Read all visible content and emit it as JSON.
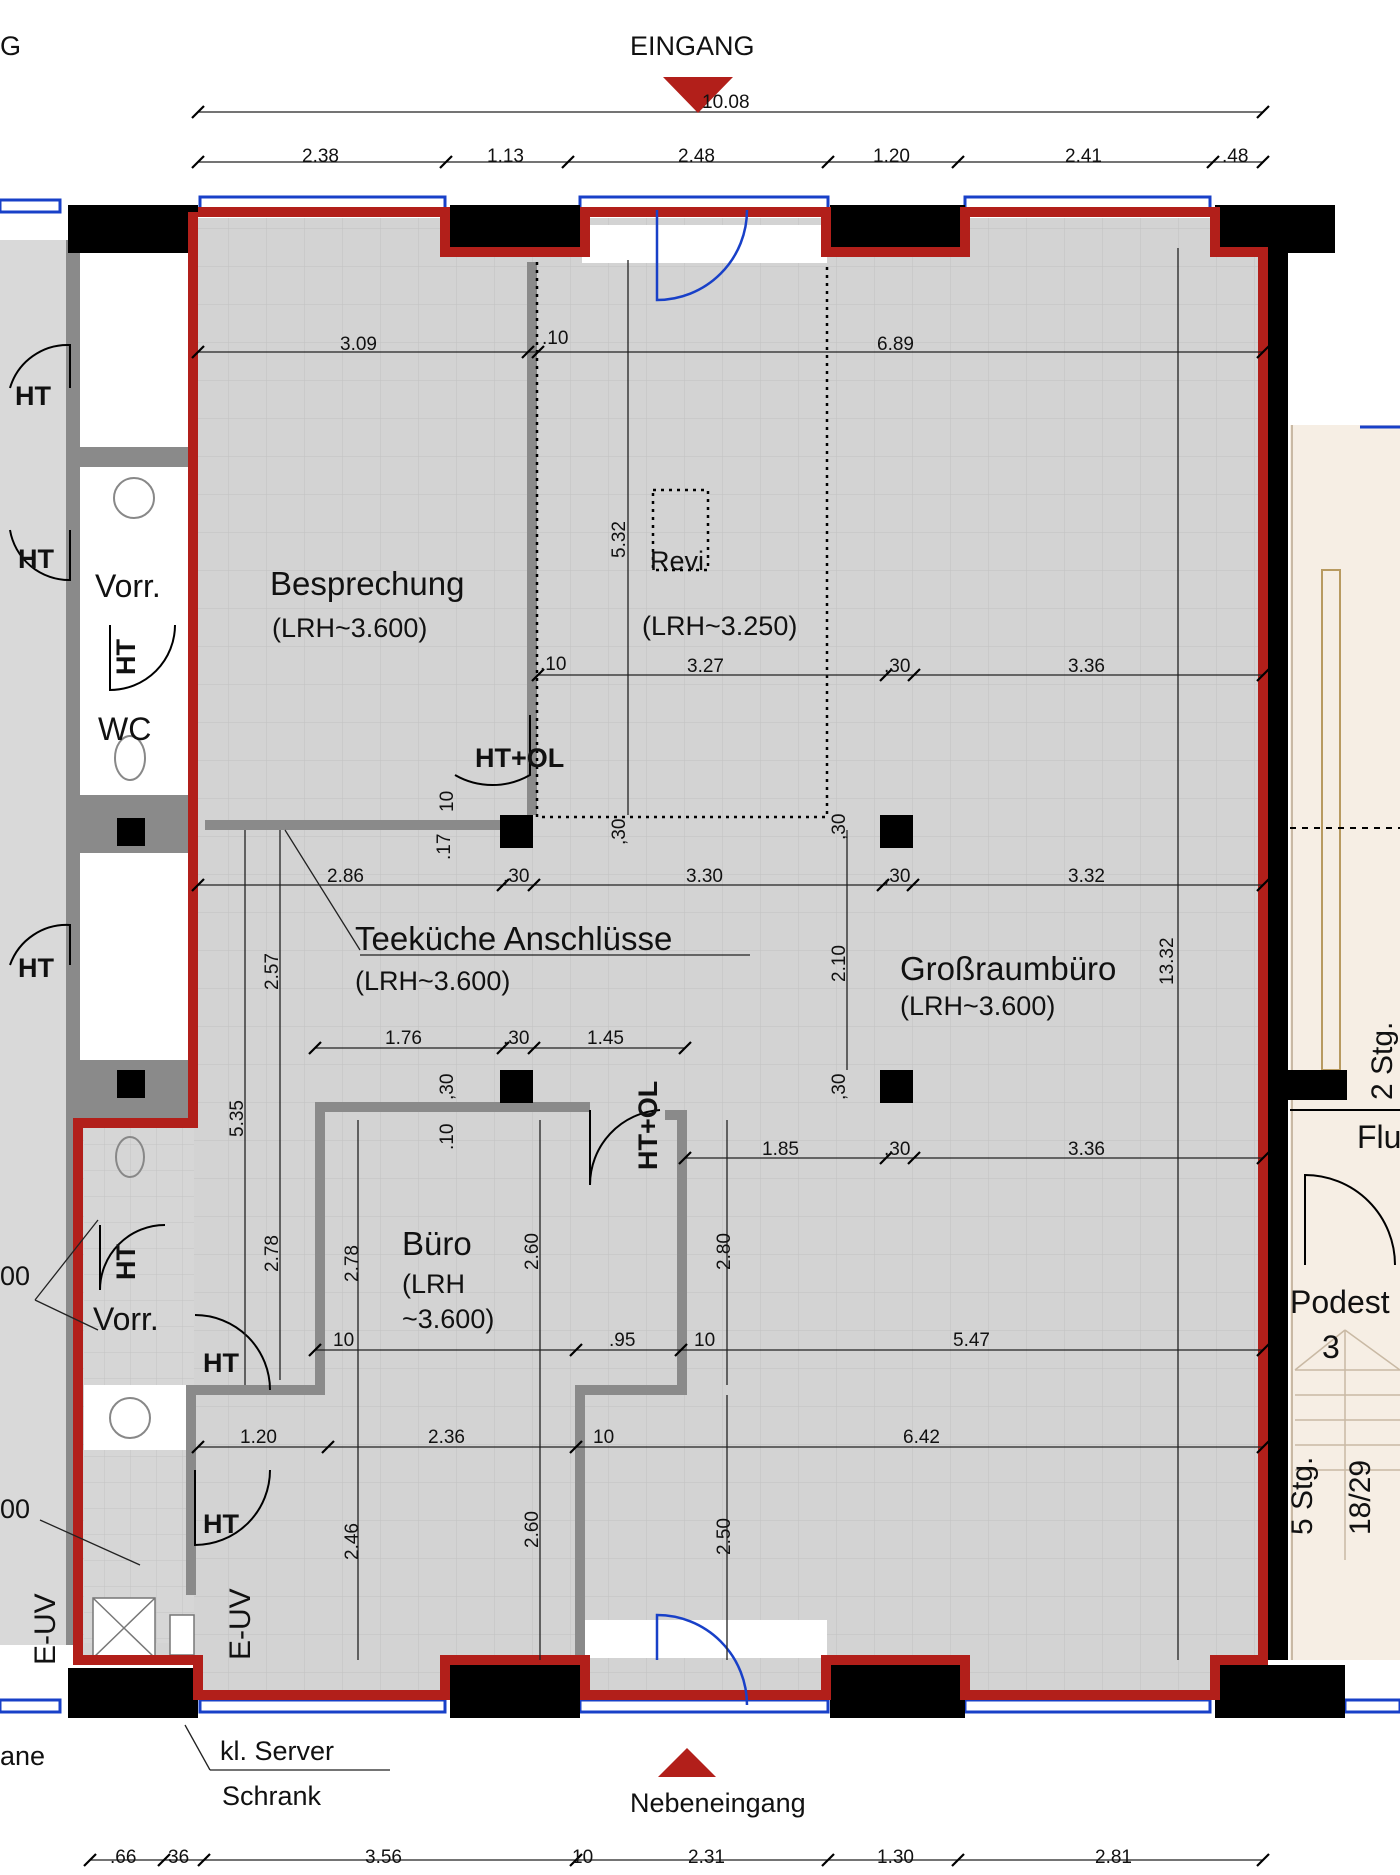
{
  "labels": {
    "eingang": "EINGANG",
    "nebeneingang": "Nebeneingang",
    "corner_top": "G",
    "corner_bottom": "ane",
    "server_line1": "kl. Server",
    "server_line2": "Schrank",
    "vorr_upper": "Vorr.",
    "wc": "WC",
    "vorr_lower": "Vorr.",
    "label_00_a": "00",
    "label_00_b": "00",
    "euv_left": "E-UV",
    "euv_inner": "E-UV",
    "flu": "Flu",
    "podest": "Podest",
    "podest_num": "3",
    "stg_2": "2 Stg.",
    "stg_5": "5 Stg.",
    "stg_ratio": "18/29"
  },
  "rooms": {
    "besprechung": {
      "name": "Besprechung",
      "height": "(LRH~3.600)"
    },
    "revi": {
      "name": "Revi",
      "height": "(LRH~3.250)"
    },
    "teekueche": {
      "name": "Teeküche Anschlüsse",
      "height": "(LRH~3.600)"
    },
    "grossraum": {
      "name": "Großraumbüro",
      "height": "(LRH~3.600)"
    },
    "buero": {
      "name": "Büro",
      "height_line1": "(LRH",
      "height_line2": "~3.600)"
    }
  },
  "door_labels": {
    "ht": "HT",
    "ht_ol": "HT+OL"
  },
  "dimensions": {
    "overall_top": "10.08",
    "top_row": [
      "2.38",
      "1.13",
      "2.48",
      "1.20",
      "2.41",
      ".48"
    ],
    "row_290": [
      "3.09",
      ".10",
      "6.89"
    ],
    "row_556": [
      ".10",
      "3.27",
      ",30",
      "3.36"
    ],
    "row_732": [
      "2.86",
      ",30",
      "3.30",
      ",30",
      "3.32"
    ],
    "row_866": [
      "1.76",
      ",30",
      "1.45"
    ],
    "row_960": [
      "1.85",
      ",30",
      "3.36"
    ],
    "row_1120": [
      "10",
      ".95",
      "10",
      "5.47"
    ],
    "row_1200": [
      "1.20",
      "2.36",
      "10",
      "6.42"
    ],
    "bottom_row": [
      ".66",
      "36",
      "3.56",
      "10",
      "2.31",
      "1.30",
      "2.81"
    ],
    "vertical": {
      "v532": "5.32",
      "v13_32": "13.32",
      "v2_57": "2.57",
      "v5_35": "5.35",
      "v2_10": "2.10",
      "v2_78_a": "2.78",
      "v2_78_b": "2.78",
      "v2_60_a": "2.60",
      "v2_80": "2.80",
      "v2_46": "2.46",
      "v2_60_b": "2.60",
      "v2_50": "2.50",
      "v10_a": "10",
      "v17": ".17",
      "v30_a": ",30",
      "v30_b": ",30",
      "v30_c": ",30",
      "v30_d": ",30",
      "v10_b": ".10"
    }
  },
  "colors": {
    "floor": "#d3d3d3",
    "outline": "#b21f1a",
    "walls": "#000000",
    "partition": "#8a8a8a",
    "door_blue": "#1840c8",
    "stair": "#f6eee4"
  }
}
